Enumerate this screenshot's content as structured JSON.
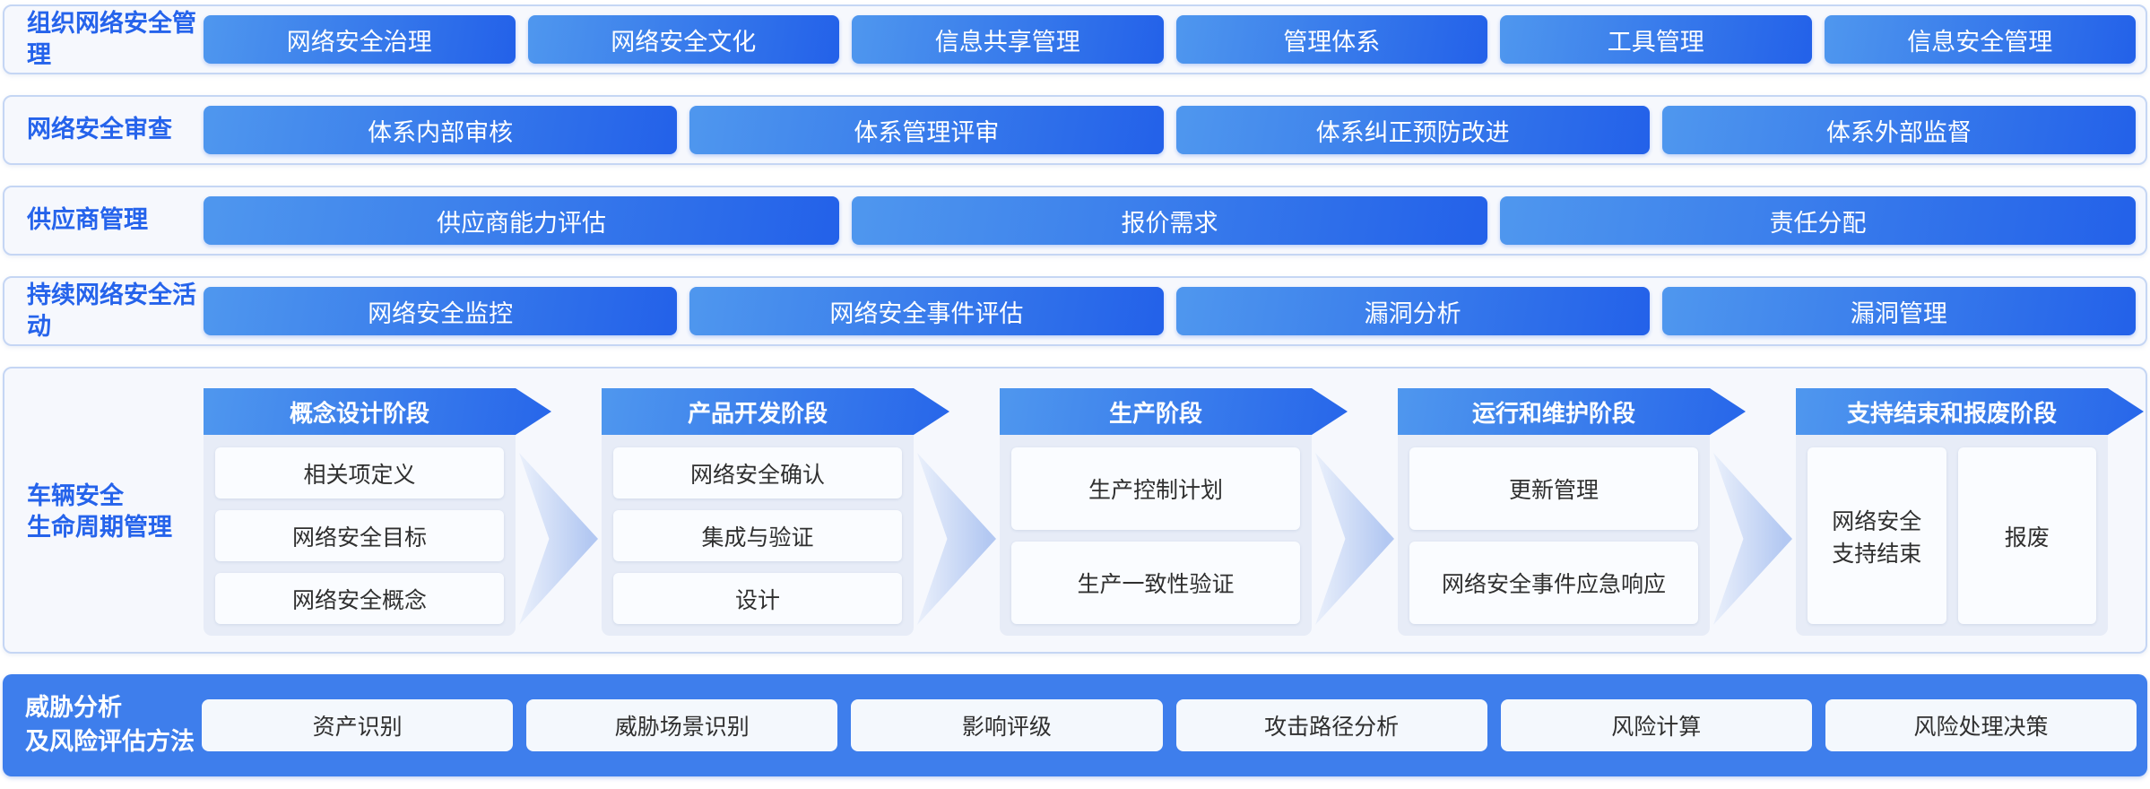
{
  "rows": [
    {
      "label": "组织网络安全管理",
      "buttons": [
        "网络安全治理",
        "网络安全文化",
        "信息共享管理",
        "管理体系",
        "工具管理",
        "信息安全管理"
      ]
    },
    {
      "label": "网络安全审查",
      "buttons": [
        "体系内部审核",
        "体系管理评审",
        "体系纠正预防改进",
        "体系外部监督"
      ]
    },
    {
      "label": "供应商管理",
      "buttons": [
        "供应商能力评估",
        "报价需求",
        "责任分配"
      ]
    },
    {
      "label": "持续网络安全活动",
      "buttons": [
        "网络安全监控",
        "网络安全事件评估",
        "漏洞分析",
        "漏洞管理"
      ]
    }
  ],
  "lifecycle": {
    "label_lines": [
      "车辆安全",
      "生命周期管理"
    ],
    "stages": [
      {
        "title": "概念设计阶段",
        "layout": "rows",
        "items": [
          "相关项定义",
          "网络安全目标",
          "网络安全概念"
        ]
      },
      {
        "title": "产品开发阶段",
        "layout": "rows",
        "items": [
          "网络安全确认",
          "集成与验证",
          "设计"
        ]
      },
      {
        "title": "生产阶段",
        "layout": "rows",
        "items": [
          "生产控制计划",
          "生产一致性验证"
        ]
      },
      {
        "title": "运行和维护阶段",
        "layout": "rows",
        "items": [
          "更新管理",
          "网络安全事件应急响应"
        ]
      },
      {
        "title": "支持结束和报废阶段",
        "layout": "columns",
        "items": [
          "网络安全\n支持结束",
          "报废"
        ]
      }
    ]
  },
  "tara": {
    "label_lines": [
      "威胁分析",
      "及风险评估方法"
    ],
    "cards": [
      "资产识别",
      "威胁场景识别",
      "影响评级",
      "攻击路径分析",
      "风险计算",
      "风险处理决策"
    ]
  },
  "colors": {
    "pill_gradient_start": "#4f97ee",
    "pill_gradient_end": "#2361e9",
    "row_label_text": "#2563eb",
    "row_background": "#f6f8fd",
    "row_border": "#c5d6f4",
    "stage_panel_background": "#e7ecf7",
    "stage_card_background": "#fafcff",
    "card_text": "#2f2f2f",
    "chevron_blue": "#b3c8f2",
    "band_background": "#3e7eec",
    "band_card_background": "#f4f8fd"
  }
}
